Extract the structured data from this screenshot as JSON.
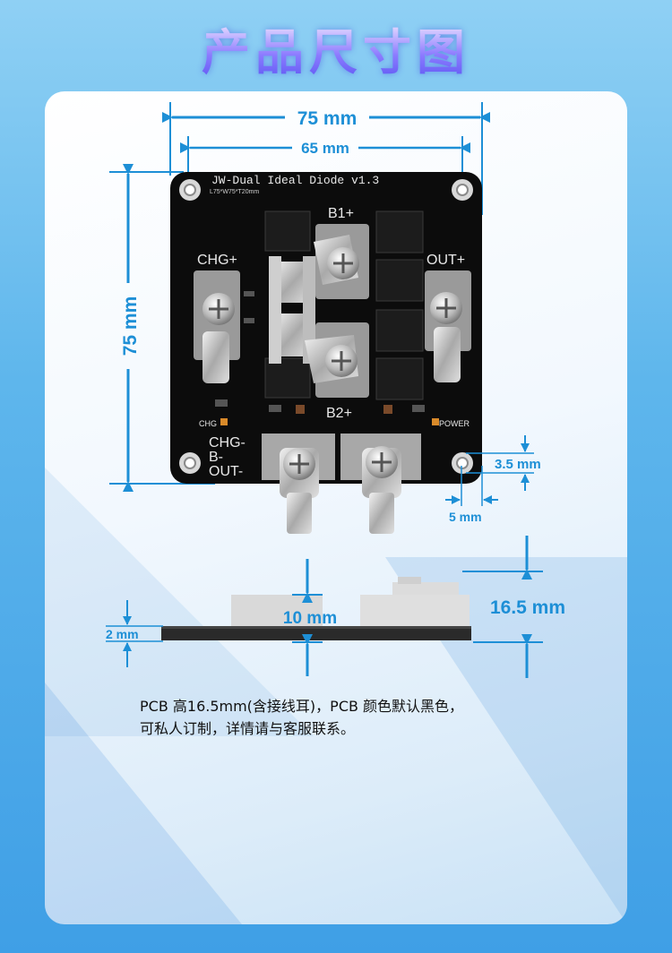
{
  "page": {
    "title": "产品尺寸图",
    "caption_line1": "PCB 高16.5mm(含接线耳)，PCB 颜色默认黑色，",
    "caption_line2": "可私人订制，详情请与客服联系。"
  },
  "dimensions": {
    "width_outer": "75 mm",
    "width_holes": "65 mm",
    "height_outer": "75 mm",
    "hole_diameter": "3.5 mm",
    "hole_offset": "5 mm",
    "total_height": "16.5 mm",
    "component_height": "10 mm",
    "pcb_thickness": "2 mm"
  },
  "board": {
    "name": "JW-Dual Ideal Diode v1.3",
    "size_note": "L75*W75*T20mm",
    "label_chg_plus": "CHG+",
    "label_out_plus": "OUT+",
    "label_b1": "B1+",
    "label_b2": "B2+",
    "label_chg_minus": "CHG-",
    "label_b_minus": "B-",
    "label_out_minus": "OUT-",
    "label_chg_led": "CHG",
    "label_power_led": "POWER"
  },
  "colors": {
    "dimension_blue": "#1d8fd6",
    "pcb_black": "#0c0c0c",
    "silkscreen": "#e8e8e8"
  }
}
